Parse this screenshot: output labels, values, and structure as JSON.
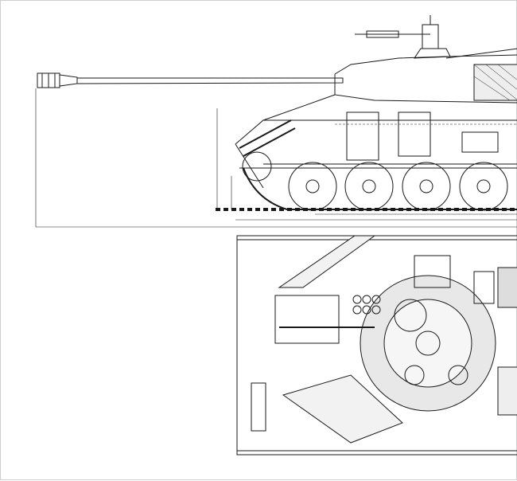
{
  "drawing": {
    "subject": "tank",
    "views": [
      "side-cutaway",
      "top-cutaway"
    ],
    "line_color": "#1a1a1a",
    "background": "#ffffff",
    "road_wheels_visible": 4
  }
}
